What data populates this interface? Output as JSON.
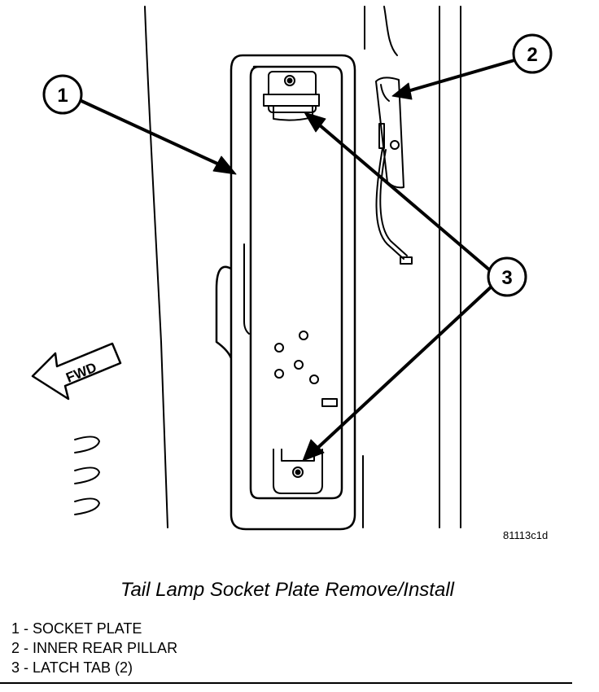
{
  "callouts": [
    {
      "number": "1"
    },
    {
      "number": "2"
    },
    {
      "number": "3"
    }
  ],
  "direction_label": "FWD",
  "figure_id": "81113c1d",
  "caption": "Tail Lamp Socket Plate Remove/Install",
  "legend": [
    {
      "number": "1",
      "text": "SOCKET PLATE"
    },
    {
      "number": "2",
      "text": "INNER REAR PILLAR"
    },
    {
      "number": "3",
      "text": "LATCH TAB (2)"
    }
  ]
}
